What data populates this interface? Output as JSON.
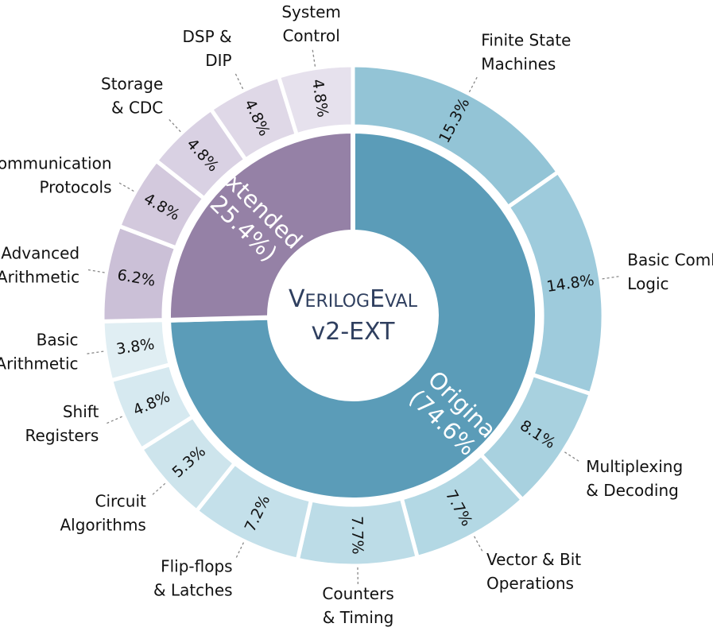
{
  "chart_data": {
    "type": "sunburst-donut",
    "center_title": {
      "line1": {
        "big1": "V",
        "small1": "ERILOG",
        "big2": "E",
        "small2": "VAL"
      },
      "line2": "v2-EXT"
    },
    "inner": [
      {
        "name": "Original",
        "pct_label": "(74.6%)",
        "value": 74.6,
        "color": "#5b9cb8"
      },
      {
        "name": "Extended",
        "pct_label": "(25.4%)",
        "value": 25.4,
        "color": "#9581a6"
      }
    ],
    "outer": [
      {
        "label": [
          "Finite State",
          "Machines"
        ],
        "pct": "15.3%",
        "value": 15.3,
        "group": "Original",
        "color": "#93c4d6"
      },
      {
        "label": [
          "Basic Comb",
          "Logic"
        ],
        "pct": "14.8%",
        "value": 14.8,
        "group": "Original",
        "color": "#9ecbdc"
      },
      {
        "label": [
          "Multiplexing",
          "& Decoding"
        ],
        "pct": "8.1%",
        "value": 8.1,
        "group": "Original",
        "color": "#a8d1df"
      },
      {
        "label": [
          "Vector & Bit",
          "Operations"
        ],
        "pct": "7.7%",
        "value": 7.7,
        "group": "Original",
        "color": "#b3d8e4"
      },
      {
        "label": [
          "Counters",
          "& Timing"
        ],
        "pct": "7.7%",
        "value": 7.7,
        "group": "Original",
        "color": "#bcdce7"
      },
      {
        "label": [
          "Flip-flops",
          "& Latches"
        ],
        "pct": "7.2%",
        "value": 7.2,
        "group": "Original",
        "color": "#c4e0ea"
      },
      {
        "label": [
          "Circuit",
          "Algorithms"
        ],
        "pct": "5.3%",
        "value": 5.3,
        "group": "Original",
        "color": "#cde4ec"
      },
      {
        "label": [
          "Shift",
          "Registers"
        ],
        "pct": "4.8%",
        "value": 4.8,
        "group": "Original",
        "color": "#d6e9f0"
      },
      {
        "label": [
          "Basic",
          "Arithmetic"
        ],
        "pct": "3.8%",
        "value": 3.8,
        "group": "Original",
        "color": "#e0eef3"
      },
      {
        "label": [
          "Advanced",
          "Arithmetic"
        ],
        "pct": "6.2%",
        "value": 6.2,
        "group": "Extended",
        "color": "#cbc0d7"
      },
      {
        "label": [
          "Communication",
          "Protocols"
        ],
        "pct": "4.8%",
        "value": 4.8,
        "group": "Extended",
        "color": "#d3c9dd"
      },
      {
        "label": [
          "Storage",
          "& CDC"
        ],
        "pct": "4.8%",
        "value": 4.8,
        "group": "Extended",
        "color": "#d9d1e3"
      },
      {
        "label": [
          "DSP &",
          "DIP"
        ],
        "pct": "4.8%",
        "value": 4.8,
        "group": "Extended",
        "color": "#dfd8e7"
      },
      {
        "label": [
          "System",
          "Control"
        ],
        "pct": "4.8%",
        "value": 4.8,
        "group": "Extended",
        "color": "#e6e1ed"
      }
    ]
  }
}
